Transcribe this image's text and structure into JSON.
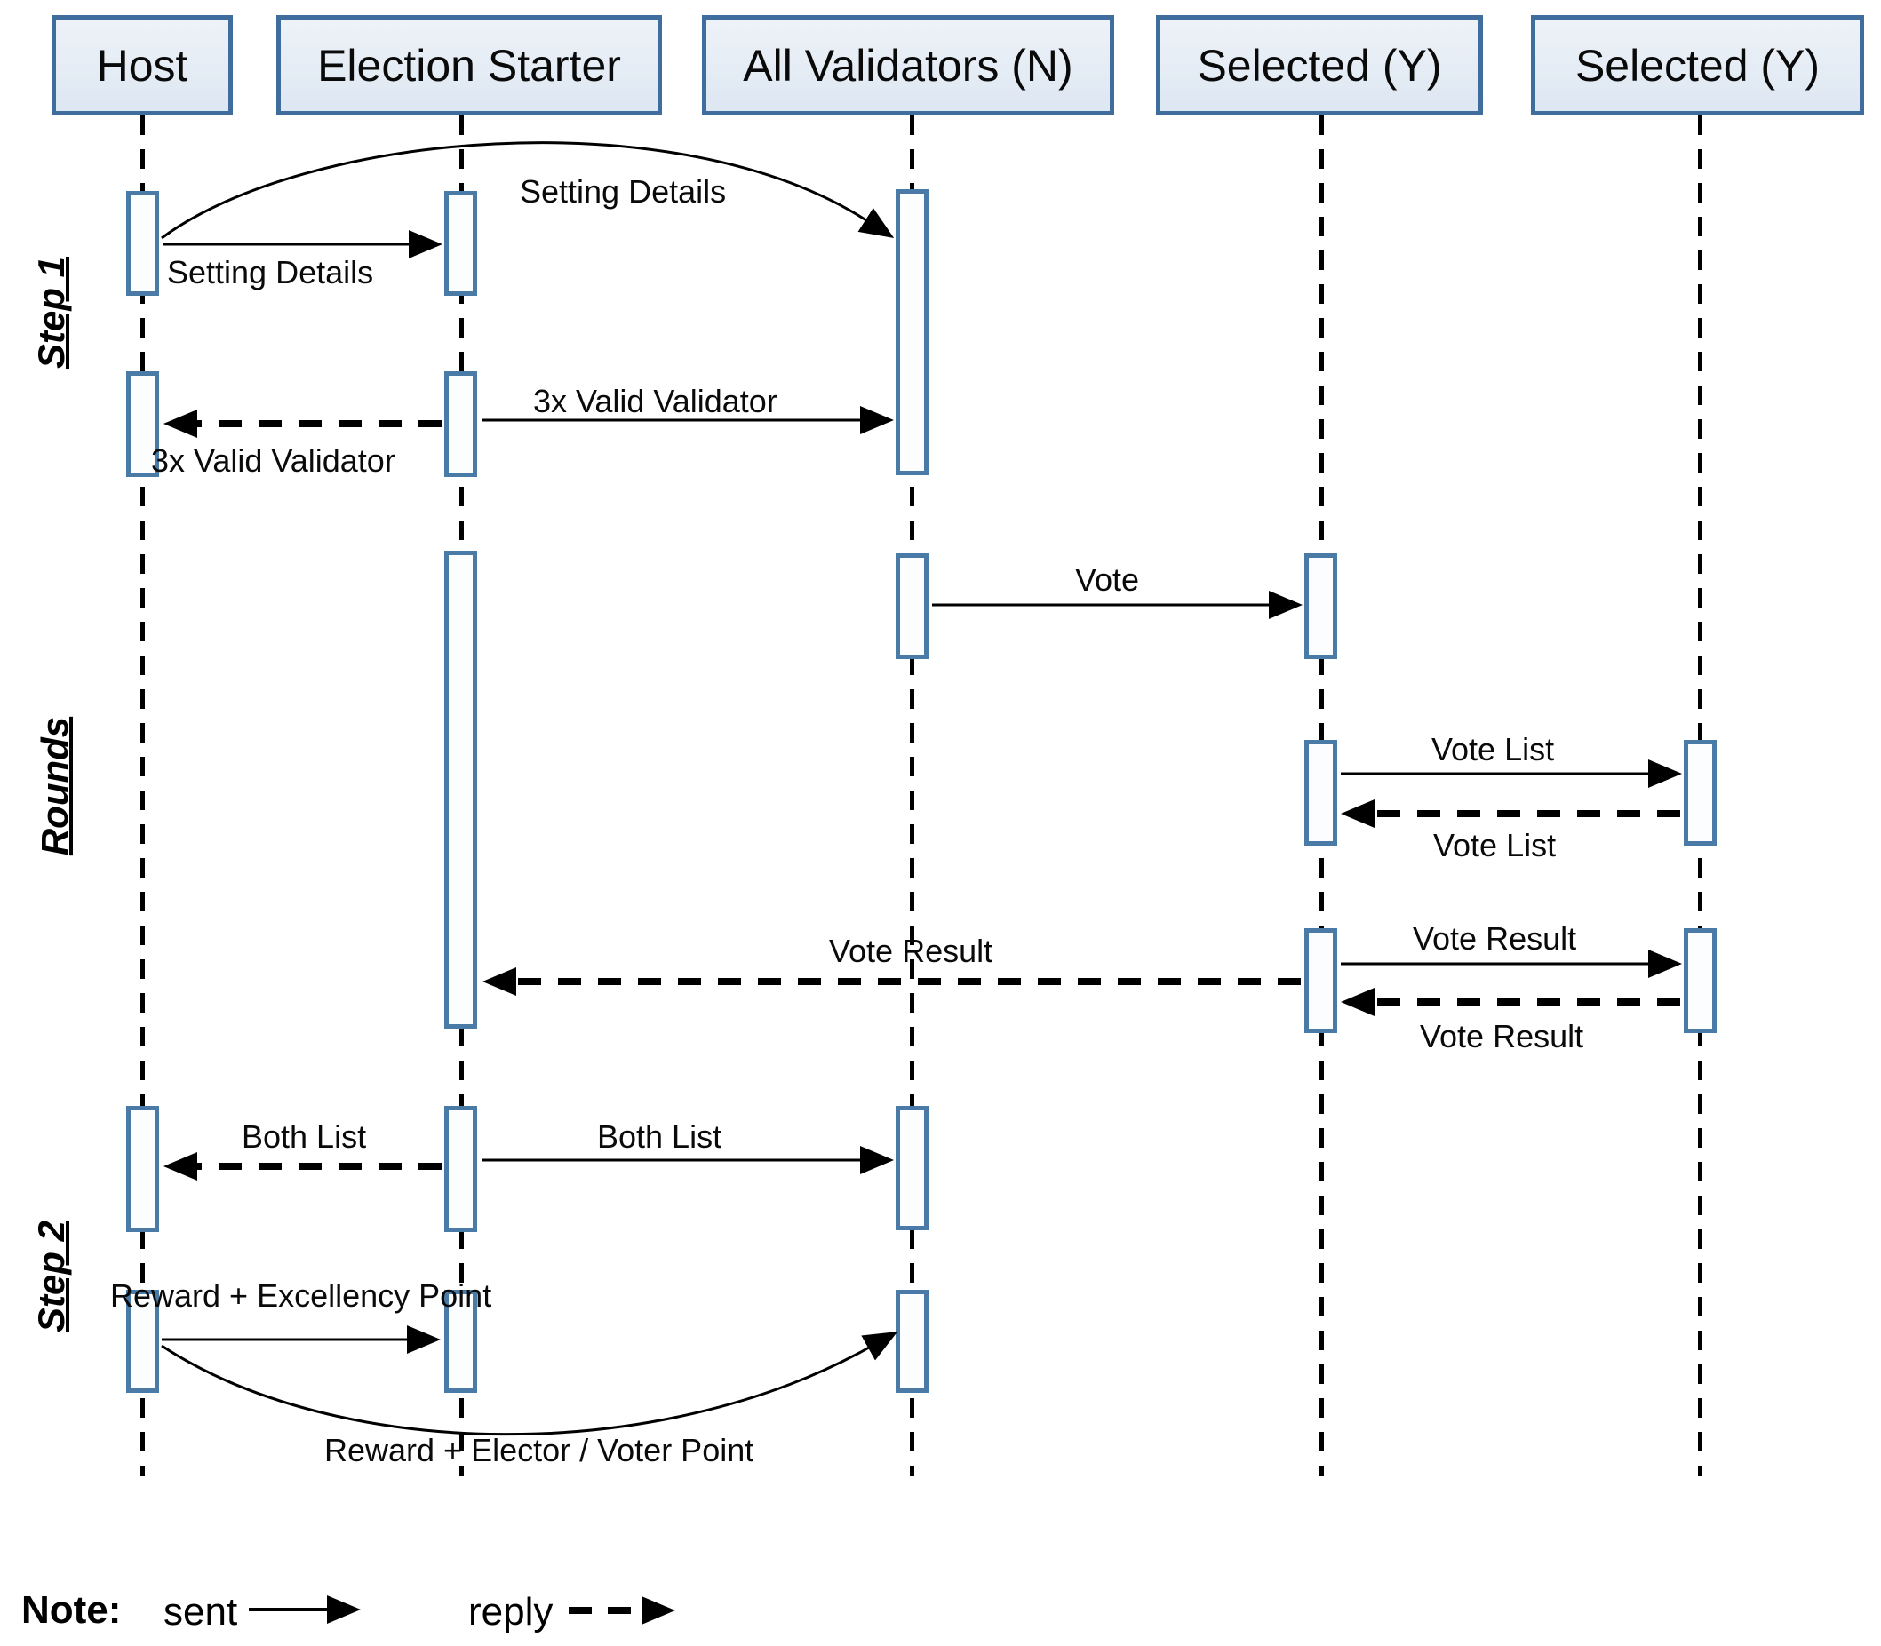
{
  "actors": [
    {
      "label": "Host"
    },
    {
      "label": "Election Starter"
    },
    {
      "label": "All Validators (N)"
    },
    {
      "label": "Selected (Y)"
    },
    {
      "label": "Selected (Y)"
    }
  ],
  "sections": [
    {
      "label": "Step 1"
    },
    {
      "label": "Rounds"
    },
    {
      "label": "Step 2"
    }
  ],
  "messages": {
    "setting_details_broadcast": "Setting Details",
    "setting_details": "Setting Details",
    "valid_validator_sent": "3x Valid Validator",
    "valid_validator_reply": "3x Valid Validator",
    "vote": "Vote",
    "vote_list_sent": "Vote List",
    "vote_list_reply": "Vote List",
    "vote_result_sent": "Vote Result",
    "vote_result_reply": "Vote Result",
    "vote_result_to_starter": "Vote Result",
    "both_list_reply": "Both List",
    "both_list_sent": "Both List",
    "reward_excellency": "Reward + Excellency Point",
    "reward_elector_voter": "Reward + Elector / Voter Point"
  },
  "legend": {
    "note_label": "Note:",
    "sent_label": "sent",
    "reply_label": "reply"
  },
  "colors": {
    "actor_fill": "#e4ebf4",
    "actor_border": "#3f6e9e",
    "activation_fill": "#fcfdff",
    "activation_border": "#4a7ba6",
    "line": "#000000"
  }
}
